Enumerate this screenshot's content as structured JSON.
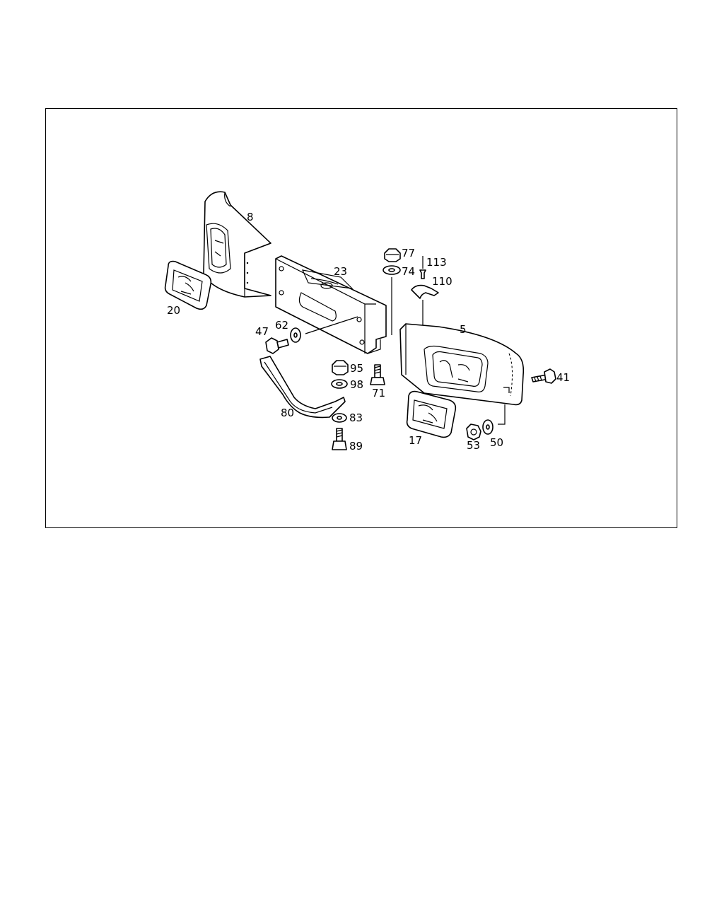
{
  "diagram": {
    "callouts": [
      "8",
      "23",
      "77",
      "113",
      "74",
      "110",
      "20",
      "47",
      "62",
      "5",
      "95",
      "98",
      "71",
      "41",
      "80",
      "83",
      "17",
      "53",
      "50",
      "89"
    ]
  }
}
